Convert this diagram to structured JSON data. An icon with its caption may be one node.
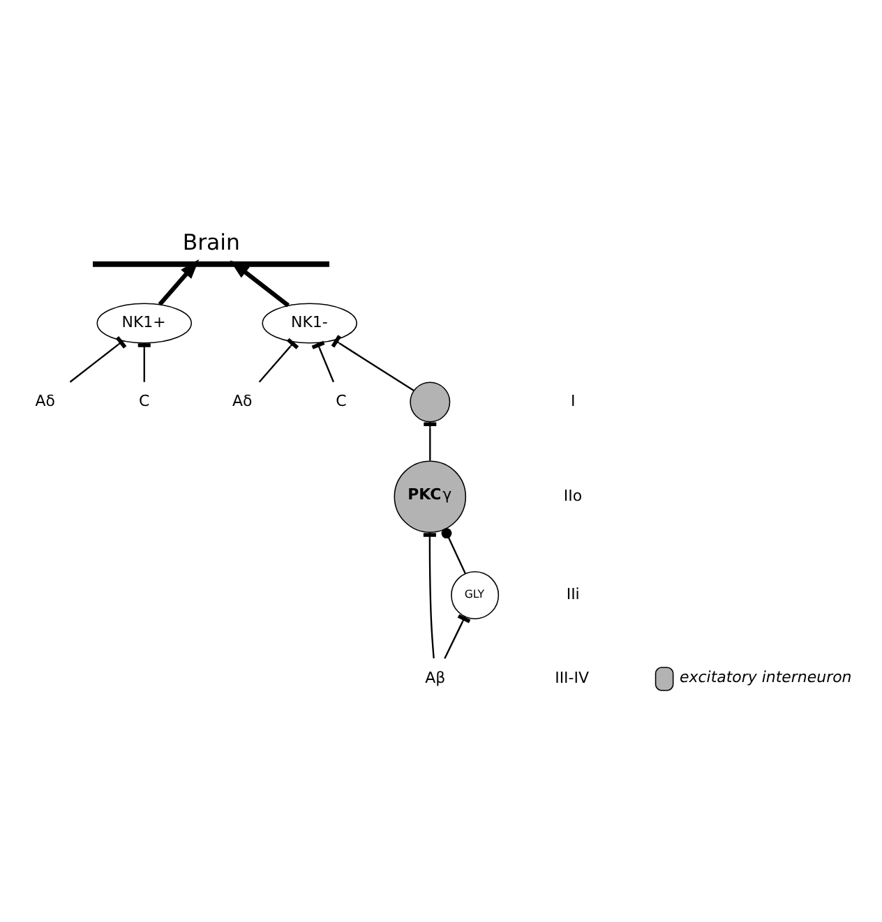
{
  "diagram": {
    "nodes": [
      {
        "text": [
          "Brain"
        ]
      },
      {
        "text": [
          "Aδ"
        ]
      },
      {
        "text": [
          "C"
        ]
      },
      {
        "text": [
          "NK1+"
        ]
      },
      {
        "text": [
          "Aδ"
        ]
      },
      {
        "text": [
          "C"
        ]
      },
      {
        "text": [
          "NK1-"
        ]
      },
      {
        "text": [],
        "shape": "circle"
      },
      {
        "text": [
          "**PKC**γ"
        ]
      },
      {
        "text": [
          "Aβ"
        ]
      },
      {
        "text": [
          "GLY"
        ]
      }
    ],
    "edges": [
      {
        "from": 3,
        "to": 0,
        "arrow": "to",
        "style": "thick"
      },
      {
        "from": 6,
        "to": 0,
        "arrow": "to",
        "style": "thick"
      },
      {
        "from": 1,
        "to": 3,
        "arrow": "other"
      },
      {
        "from": 2,
        "to": 3,
        "arrow": "other"
      },
      {
        "from": 4,
        "to": 6,
        "arrow": "other"
      },
      {
        "from": 5,
        "to": 6,
        "arrow": "other"
      },
      {
        "from": 7,
        "to": 6,
        "arrow": "other"
      },
      {
        "from": 8,
        "to": 7,
        "arrow": "other"
      },
      {
        "from": 9,
        "to": 8,
        "arrow": "other"
      },
      {
        "from": 9,
        "to": 10,
        "arrow": "other"
      },
      {
        "from": 10,
        "to": 8,
        "arrow": "other"
      }
    ],
    "labels": [
      "I",
      "IIo",
      "IIi",
      "III-IV"
    ],
    "legend": [
      {
        "text": "excitatory interneuron",
        "color": "#b3b3b3"
      }
    ]
  }
}
